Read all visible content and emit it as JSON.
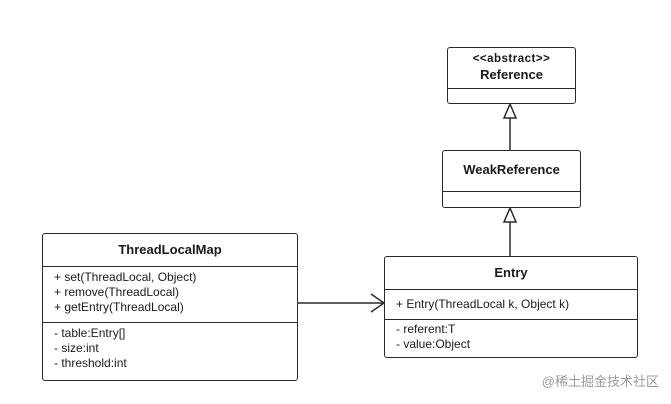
{
  "classes": {
    "reference": {
      "stereotype": "<<abstract>>",
      "name": "Reference",
      "methods": [],
      "fields": []
    },
    "weak_reference": {
      "name": "WeakReference",
      "methods": [],
      "fields": []
    },
    "entry": {
      "name": "Entry",
      "methods": [
        "+ Entry(ThreadLocal k, Object k)"
      ],
      "fields": [
        "- referent:T",
        "- value:Object"
      ]
    },
    "thread_local_map": {
      "name": "ThreadLocalMap",
      "methods": [
        "+ set(ThreadLocal, Object)",
        "+ remove(ThreadLocal)",
        "+ getEntry(ThreadLocal)"
      ],
      "fields": [
        "- table:Entry[]",
        "- size:int",
        "- threshold:int"
      ]
    }
  },
  "relations": [
    {
      "from": "weak_reference",
      "to": "reference",
      "kind": "inheritance"
    },
    {
      "from": "entry",
      "to": "weak_reference",
      "kind": "inheritance"
    },
    {
      "from": "thread_local_map",
      "to": "entry",
      "kind": "association"
    }
  ],
  "watermark": "@稀土掘金技术社区",
  "colors": {
    "line": "#2a2a2a",
    "watermark": "#9a9a9a"
  }
}
